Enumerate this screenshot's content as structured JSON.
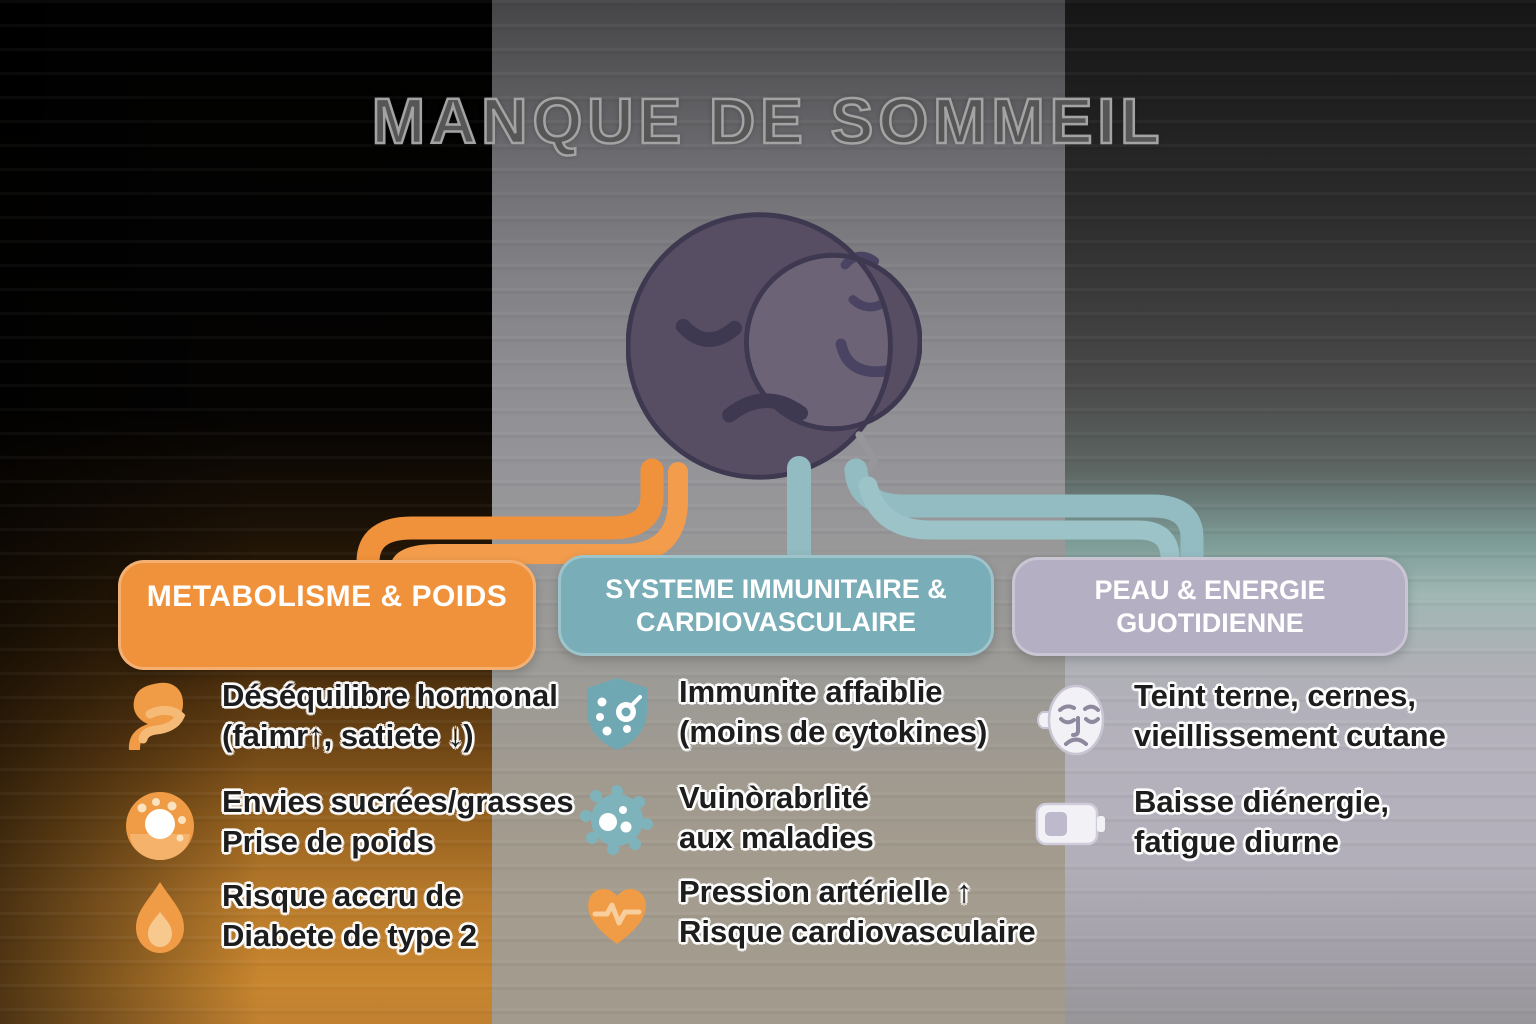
{
  "title": "MANQUE DE SOMMEIL",
  "moon": {
    "icon": "sleeping-moon-icon"
  },
  "colors": {
    "orange": "#F0923C",
    "teal_box": "#79ADB7",
    "teal_connector": "#92BCC2",
    "lavender": "#B4AFC3",
    "moon_dark": "#574E64",
    "moon_light": "#6C6377",
    "title_gray": "#565656"
  },
  "branches": [
    {
      "id": "metabolisme-poids",
      "color": "#F0923C",
      "label_lines": [
        "METABOLISME & POIDS"
      ],
      "items": [
        {
          "icon": "stomach-icon",
          "lines": [
            "Déséquilibre hormonal",
            "(faimr↑, satiete ↓)"
          ]
        },
        {
          "icon": "donut-icon",
          "lines": [
            "Envies sucrées/grasses",
            "Prise de poids"
          ]
        },
        {
          "icon": "droplet-icon",
          "lines": [
            "Risque accru de",
            "Diabete de type 2"
          ]
        }
      ]
    },
    {
      "id": "immunitaire-cardio",
      "color": "#79ADB7",
      "label_lines": [
        "SYSTEME IMMUNITAIRE &",
        "CARDIOVASCULAIRE"
      ],
      "items": [
        {
          "icon": "shield-virus-icon",
          "lines": [
            "Immunite affaiblie",
            "(moins de cytokines)"
          ]
        },
        {
          "icon": "germ-icon",
          "lines": [
            "Vuinòrabrlité",
            "aux maladies"
          ]
        },
        {
          "icon": "heart-pulse-icon",
          "lines": [
            "Pression artérielle ↑",
            "Risque cardiovasculaire"
          ]
        }
      ]
    },
    {
      "id": "peau-energie",
      "color": "#B4AFC3",
      "label_lines": [
        "PEAU & ENERGIE",
        "GUOTIDIENNE"
      ],
      "items": [
        {
          "icon": "tired-face-icon",
          "lines": [
            "Teint terne, cernes,",
            "vieillissement cutane"
          ]
        },
        {
          "icon": "battery-low-icon",
          "lines": [
            "Baisse diénergie,",
            "fatigue diurne"
          ]
        }
      ]
    }
  ]
}
